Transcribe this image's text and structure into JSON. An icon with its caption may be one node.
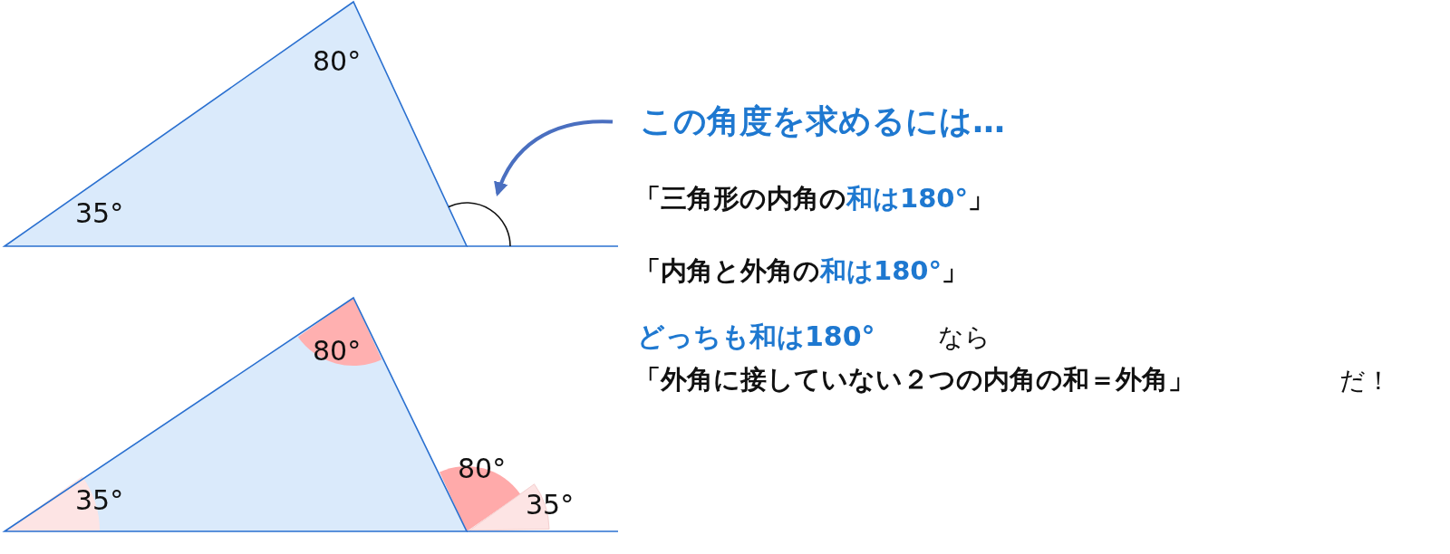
{
  "diagram": {
    "nodes": [
      {
        "text": [
          "この角度を求めるには…"
        ]
      },
      {
        "text": [],
        "shape": "arc"
      }
    ],
    "edges": [
      {
        "from": 0,
        "to": 1,
        "arrow": "to"
      }
    ],
    "labels": [
      "80°",
      "35°",
      "「三角形の内角の**和は180°**」",
      "「内角と外角の**和は180°**」",
      "どっちも和は180°",
      "なら",
      "「外角に接していない２つの内角の和＝外角」",
      "だ！",
      "80°",
      "35°",
      "80°",
      "35°"
    ]
  }
}
